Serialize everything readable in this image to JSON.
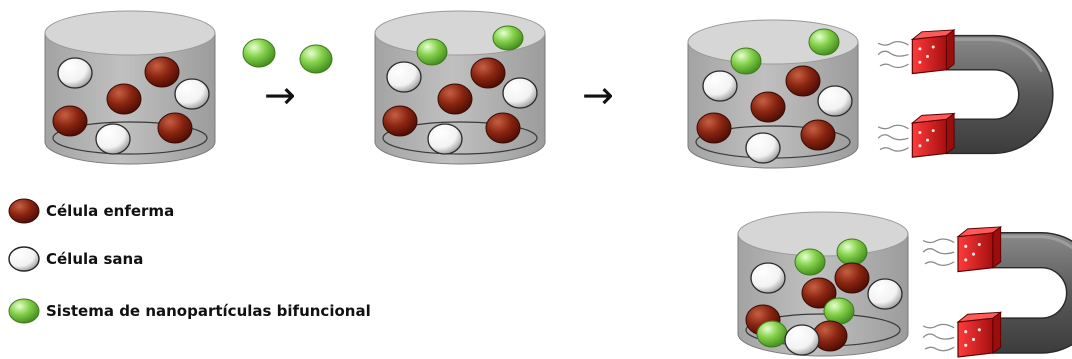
{
  "legend": [
    {
      "key": "diseased",
      "label": "Célula enferma",
      "color": "#7a1a0c"
    },
    {
      "key": "healthy",
      "label": "Célula sana",
      "color": "#ffffff"
    },
    {
      "key": "nano",
      "label": "Sistema de nanopartículas bifuncional",
      "color": "#74c63f"
    }
  ],
  "arrows": [
    "→",
    "→"
  ],
  "colors": {
    "container": "#b3b3b3",
    "container_top": "#d0d0d0",
    "magnet_body": "#6b6b6b",
    "magnet_pole": "#d01d1d",
    "arrow": "#111111"
  },
  "icons": [
    "cell-container-icon",
    "magnet-icon",
    "arrow-right-icon",
    "sphere-icon"
  ]
}
